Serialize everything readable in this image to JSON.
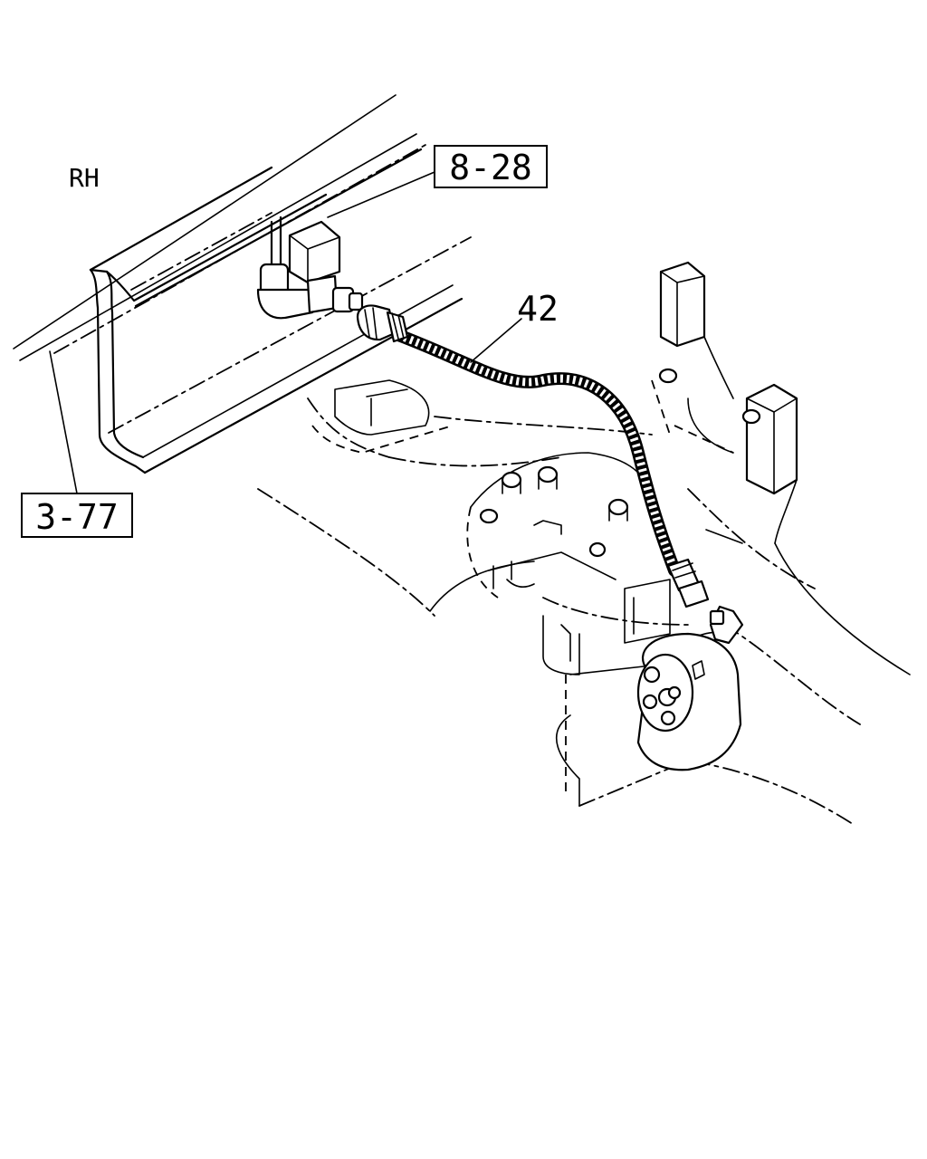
{
  "side_label": "RH",
  "refs": {
    "ref_upper": "8-28",
    "ref_lower": "3-77"
  },
  "callouts": {
    "hose_part": "42"
  }
}
